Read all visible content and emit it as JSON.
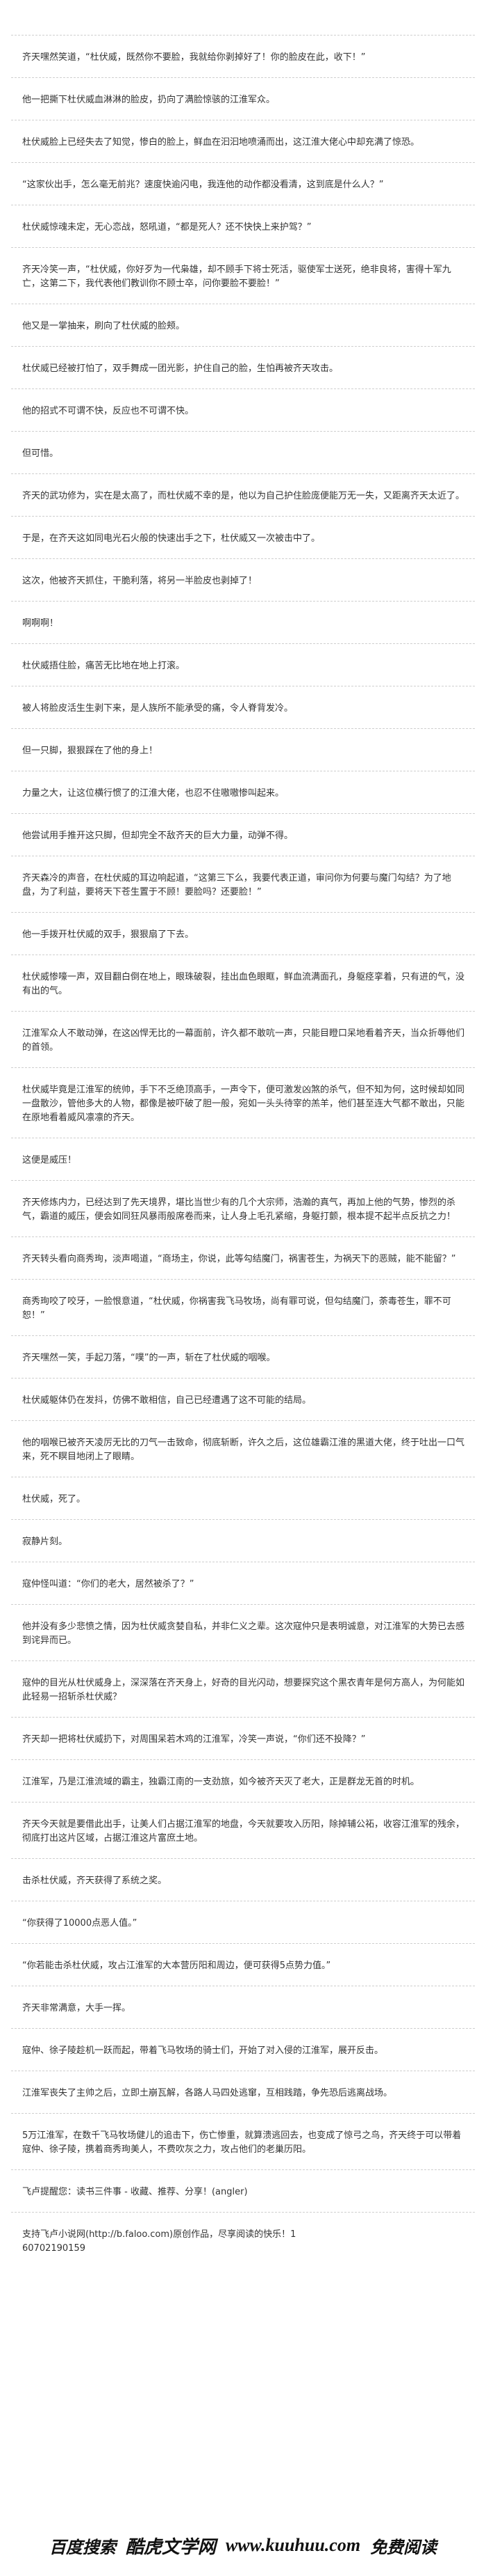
{
  "article": {
    "paragraphs": [
      "齐天嘿然笑道，“杜伏威，既然你不要脸，我就给你剥掉好了！你的脸皮在此，收下！”",
      "他一把撕下杜伏威血淋淋的脸皮，扔向了满脸惊骇的江淮军众。",
      "杜伏威脸上已经失去了知觉，惨白的脸上，鲜血在汩汩地喷涌而出，这江淮大佬心中却充满了惊恐。",
      "“这家伙出手，怎么毫无前兆？速度快逾闪电，我连他的动作都没看清，这到底是什么人？”",
      "杜伏威惊魂未定，无心恋战，怒吼道，“都是死人？还不快快上来护驾？”",
      "齐天冷笑一声，“杜伏威，你好歹为一代枭雄，却不顾手下将士死活，驱使军士送死，绝非良将，害得十军九亡，这第二下，我代表他们教训你不顾士卒，问你要脸不要脸！”",
      "他又是一掌抽来，刷向了杜伏威的脸颊。",
      "杜伏威已经被打怕了，双手舞成一团光影，护住自己的脸，生怕再被齐天攻击。",
      "他的招式不可谓不快，反应也不可谓不快。",
      "但可惜。",
      "齐天的武功修为，实在是太高了，而杜伏威不幸的是，他以为自己护住脸庞便能万无一失，又距离齐天太近了。",
      "于是，在齐天这如同电光石火般的快速出手之下，杜伏威又一次被击中了。",
      "这次，他被齐天抓住，干脆利落，将另一半脸皮也剥掉了！",
      "啊啊啊！",
      "杜伏威捂住脸，痛苦无比地在地上打滚。",
      "被人将脸皮活生生剥下来，是人族所不能承受的痛，令人脊背发冷。",
      "但一只脚，狠狠踩在了他的身上！",
      "力量之大，让这位横行惯了的江淮大佬，也忍不住嗷嗷惨叫起来。",
      "他尝试用手推开这只脚，但却完全不敌齐天的巨大力量，动弹不得。",
      "齐天森冷的声音，在杜伏威的耳边响起道，“这第三下么，我要代表正道，审问你为何要与魔门勾结？为了地盘，为了利益，要将天下苍生置于不顾！要脸吗？还要脸！”",
      "他一手拨开杜伏威的双手，狠狠扇了下去。",
      "杜伏威惨嚎一声，双目翻白倒在地上，眼珠破裂，挂出血色眼眶，鲜血流满面孔，身躯痉挛着，只有进的气，没有出的气。",
      "江淮军众人不敢动弹，在这凶悍无比的一幕面前，许久都不敢吭一声，只能目瞪口呆地看着齐天，当众折辱他们的首领。",
      "杜伏威毕竟是江淮军的统帅，手下不乏绝顶高手，一声令下，便可激发凶煞的杀气，但不知为何，这时候却如同一盘散沙，管他多大的人物，都像是被吓破了胆一般，宛如一头头待宰的羔羊，他们甚至连大气都不敢出，只能在原地看着威风凛凛的齐天。",
      "这便是威压！",
      "齐天修炼内力，已经达到了先天境界，堪比当世少有的几个大宗师，浩瀚的真气，再加上他的气势，惨烈的杀气，霸道的威压，便会如同狂风暴雨般席卷而来，让人身上毛孔紧缩，身躯打颤，根本提不起半点反抗之力！",
      "齐天转头看向商秀珣，淡声喝道，“商场主，你说，此等勾结魔门，祸害苍生，为祸天下的恶贼，能不能留？”",
      "商秀珣咬了咬牙，一脸恨意道，“杜伏威，你祸害我飞马牧场，尚有罪可说，但勾结魔门，荼毒苍生，罪不可恕！”",
      "齐天嘿然一笑，手起刀落，“噗”的一声，斩在了杜伏威的咽喉。",
      "杜伏威躯体仍在发抖，仿佛不敢相信，自己已经遭遇了这不可能的结局。",
      "他的咽喉已被齐天凌厉无比的刀气一击致命，彻底斩断，许久之后，这位雄霸江淮的黑道大佬，终于吐出一口气来，死不瞑目地闭上了眼睛。",
      "杜伏威，死了。",
      "寂静片刻。",
      "寇仲怪叫道：“你们的老大，居然被杀了？”",
      "他并没有多少悲愤之情，因为杜伏威贪婪自私，并非仁义之辈。这次寇仲只是表明诚意，对江淮军的大势已去感到诧异而已。",
      "寇仲的目光从杜伏威身上，深深落在齐天身上，好奇的目光闪动，想要探究这个黑衣青年是何方高人，为何能如此轻易一招斩杀杜伏威？",
      "齐天却一把将杜伏威扔下，对周围呆若木鸡的江淮军，冷笑一声说，“你们还不投降？”",
      "江淮军，乃是江淮流域的霸主，独霸江南的一支劲旅，如今被齐天灭了老大，正是群龙无首的时机。",
      "齐天今天就是要借此出手，让美人们占据江淮军的地盘，今天就要攻入历阳，除掉辅公祏，收容江淮军的残余，彻底打出这片区域，占据江淮这片富庶土地。",
      "击杀杜伏威，齐天获得了系统之奖。",
      "“你获得了10000点恶人值。”",
      "“你若能击杀杜伏威，攻占江淮军的大本营历阳和周边，便可获得5点势力值。”",
      "齐天非常满意，大手一挥。",
      "寇仲、徐子陵趁机一跃而起，带着飞马牧场的骑士们，开始了对入侵的江淮军，展开反击。",
      "江淮军丧失了主帅之后，立即土崩瓦解，各路人马四处逃窜，互相践踏，争先恐后逃离战场。",
      "5万江淮军，在数千飞马牧场健儿的追击下，伤亡惨重，就算溃逃回去，也变成了惊弓之鸟，齐天终于可以带着寇仲、徐子陵，携着商秀珣美人，不费吹灰之力，攻占他们的老巢历阳。"
    ],
    "reminder": "飞卢提醒您：读书三件事 - 收藏、推荐、分享！(angler)",
    "support": "支持飞卢小说网(http://b.faloo.com)原创作品，尽享阅读的快乐！1",
    "code": "60702190159"
  },
  "footer": {
    "baidu": "百度搜索",
    "site_name": "酷虎文学网",
    "url": "www.kuuhuu.com",
    "free_read": "免费阅读"
  }
}
